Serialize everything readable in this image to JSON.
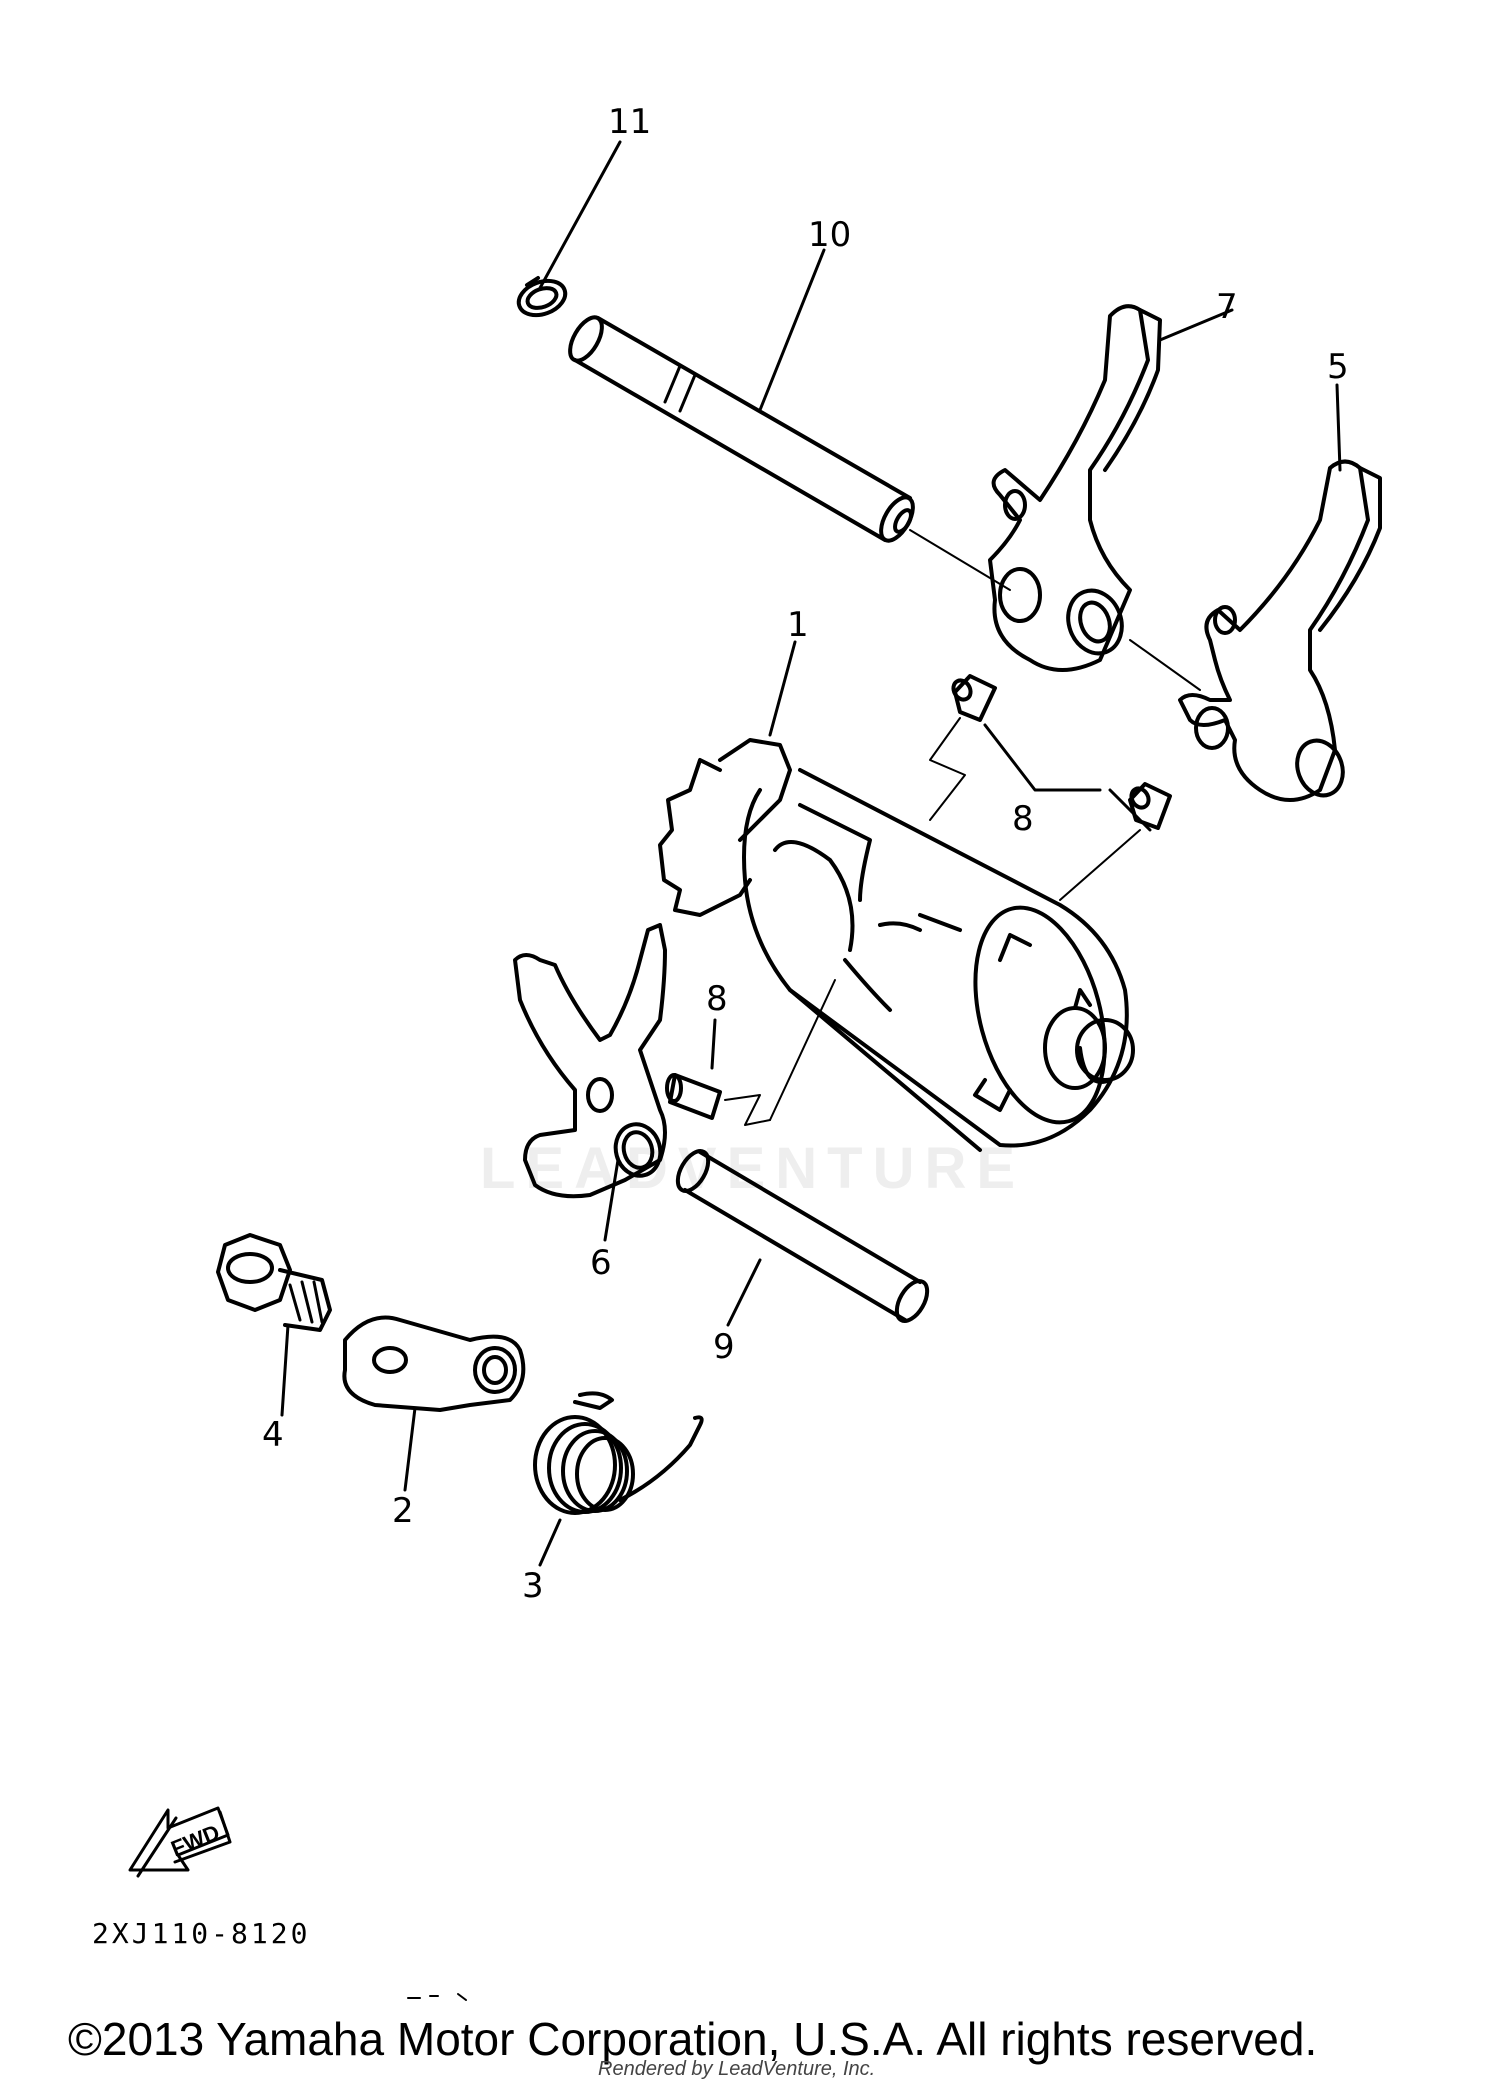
{
  "callouts": {
    "c1": "1",
    "c2": "2",
    "c3": "3",
    "c4": "4",
    "c5": "5",
    "c6": "6",
    "c7": "7",
    "c8a": "8",
    "c8b": "8",
    "c9": "9",
    "c10": "10",
    "c11": "11"
  },
  "watermark": "LEADVENTURE",
  "fwd_label": "FWD",
  "diagram_code": "2XJ110-8120",
  "copyright": "©2013 Yamaha Motor Corporation, U.S.A. All rights reserved.",
  "rendered_by": "Rendered by LeadVenture, Inc."
}
